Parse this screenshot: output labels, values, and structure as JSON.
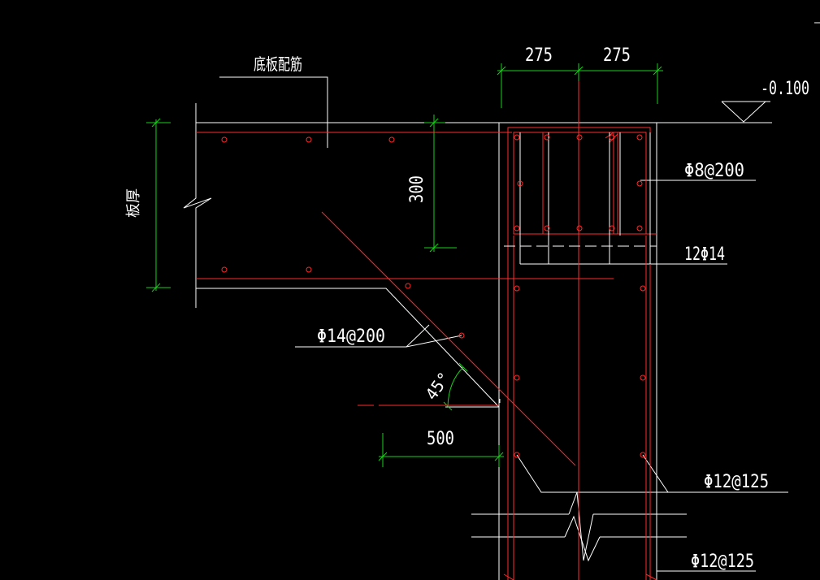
{
  "drawing": {
    "background_color": "#000000",
    "colors": {
      "outline": "#ffffff",
      "rebar": "#ff2a2a",
      "dimension": "#19d019",
      "crosshair_dash": "#ff2a2a"
    },
    "labels": {
      "slab_reinforcement": "底板配筋",
      "slab_thickness": "板厚",
      "elevation": "-0.100",
      "stirrup": "Φ8@200",
      "top_bars": "12Φ14",
      "haunch_bar": "Φ14@200",
      "angle": "45°",
      "wall_bar_1": "Φ12@125",
      "wall_bar_2": "Φ12@125"
    },
    "dimensions": {
      "left_width": "275",
      "right_width": "275",
      "depth": "300",
      "haunch_length": "500"
    }
  }
}
